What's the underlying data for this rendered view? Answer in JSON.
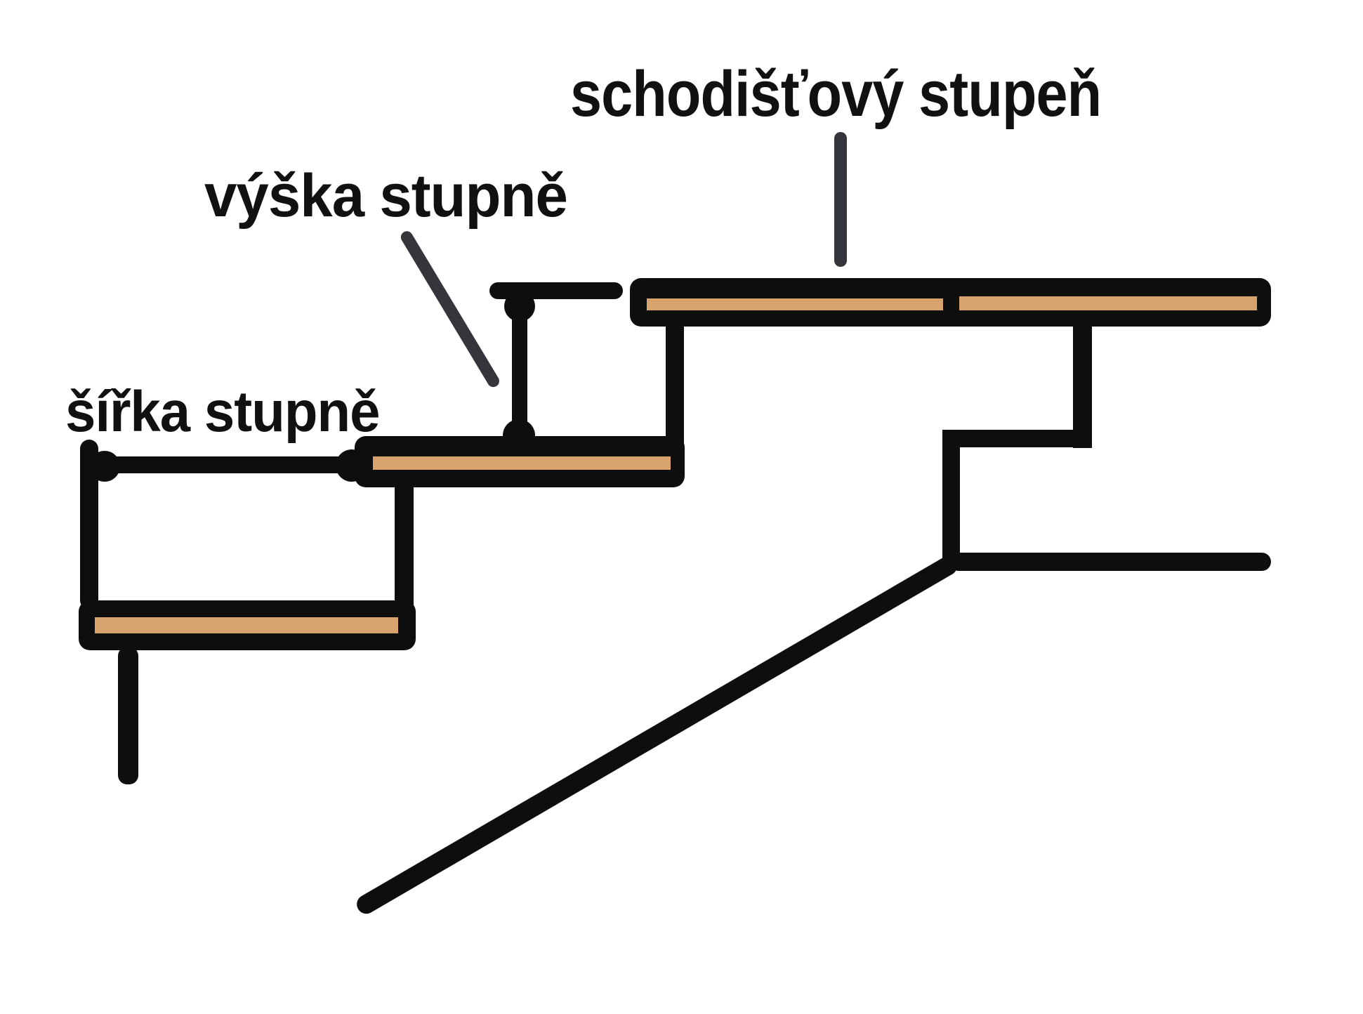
{
  "diagram": {
    "title": "schodišťový stupeň",
    "labels": {
      "riser_height": "výška stupně",
      "tread_width": "šířka stupně"
    },
    "parts": {
      "top_landing": "top landing treads (two boards with wood core)",
      "middle_tread": "middle step tread",
      "lower_tread": "lower step tread",
      "stringer": "stepped stringer outline with diagonal"
    }
  },
  "colors": {
    "background": "#ffffff",
    "line": "#0e0e0e",
    "wood": "#d8a46e",
    "pointer": "#35363c",
    "text": "#111111"
  }
}
